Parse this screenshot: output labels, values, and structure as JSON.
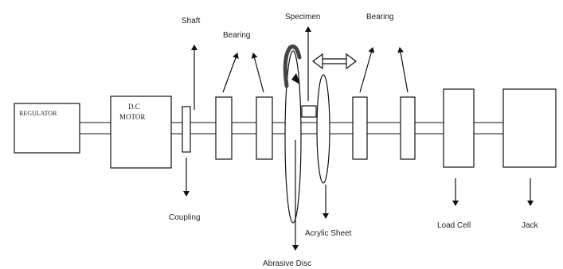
{
  "diagram": {
    "regulator_label": "REGULATOR",
    "motor_label_line1": "D.C",
    "motor_label_line2": "MOTOR",
    "labels": {
      "shaft": "Shaft",
      "bearing_left": "Bearing",
      "specimen": "Specimen",
      "bearing_right": "Bearing",
      "coupling": "Coupling",
      "abrasive_disc": "Abrasive Disc",
      "acrylic_sheet": "Acrylic Sheet",
      "load_cell": "Load Cell",
      "jack": "Jack"
    }
  }
}
